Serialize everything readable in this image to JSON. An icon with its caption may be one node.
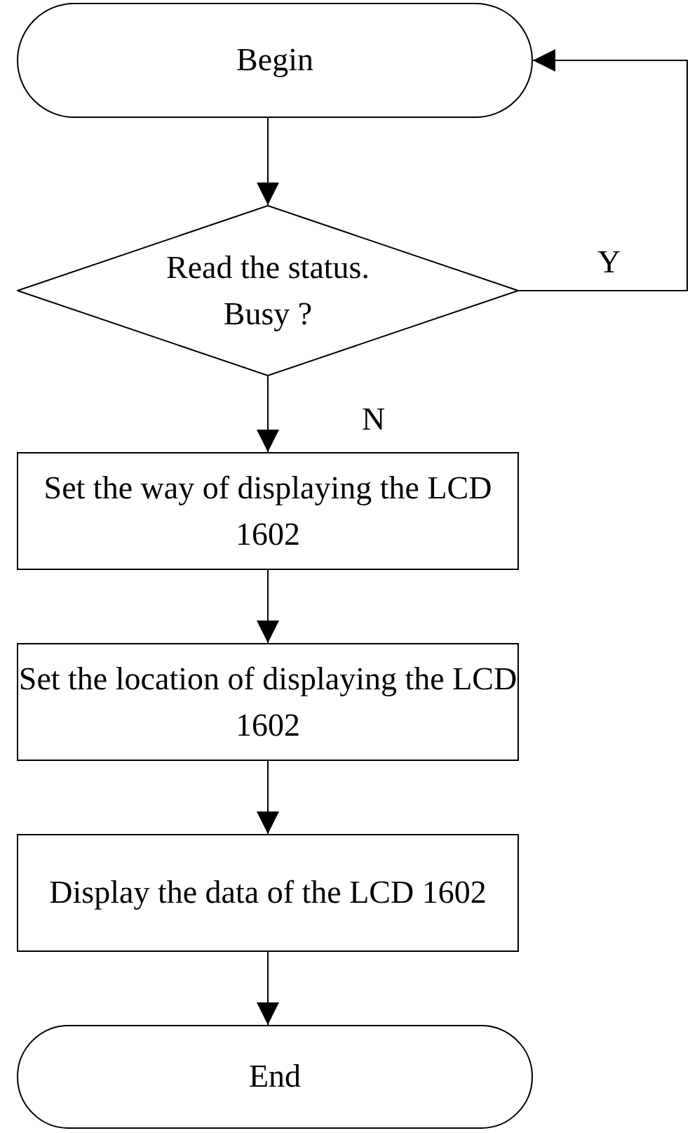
{
  "diagram": {
    "nodes": [
      {
        "text": [
          "Begin"
        ]
      },
      {
        "text": [
          "Read the status. Busy ?"
        ]
      },
      {
        "text": [
          "Set the way of displaying the LCD 1602"
        ]
      },
      {
        "text": [
          "Set the location of displaying the LCD 1602"
        ]
      },
      {
        "text": [
          "Display the data of the LCD 1602"
        ]
      },
      {
        "text": [
          "End"
        ]
      }
    ],
    "edges": [
      {
        "from": 0,
        "to": 1,
        "arrow": "to"
      },
      {
        "from": 1,
        "to": 2,
        "arrow": "to",
        "label": "N"
      },
      {
        "from": 1,
        "to": 0,
        "arrow": "to",
        "label": "Y"
      },
      {
        "from": 2,
        "to": 3,
        "arrow": "to"
      },
      {
        "from": 3,
        "to": 4,
        "arrow": "to"
      },
      {
        "from": 4,
        "to": 5,
        "arrow": "to"
      }
    ]
  }
}
